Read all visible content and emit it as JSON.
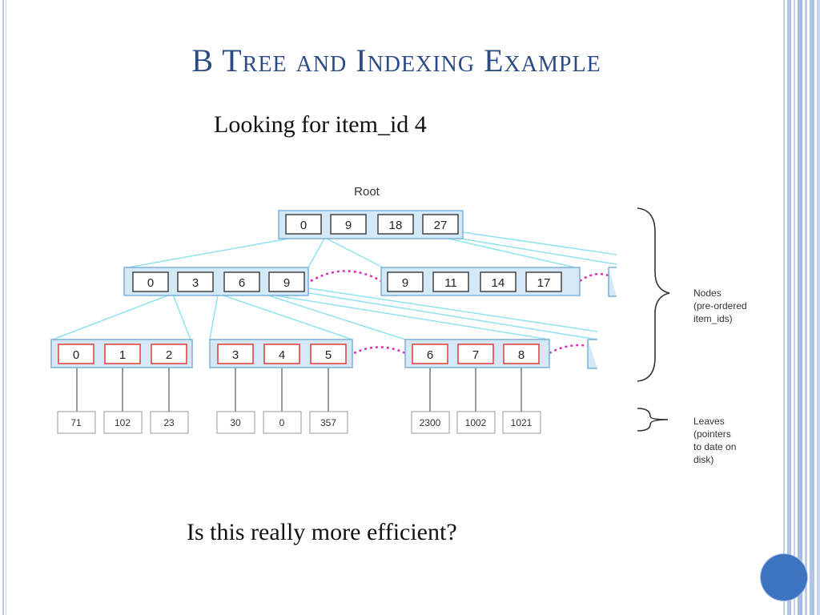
{
  "slide": {
    "title": "B Tree and Indexing Example",
    "subtitle": "Looking for item_id 4",
    "question": "Is this really more efficient?"
  },
  "diagram": {
    "root_label": "Root",
    "root": [
      "0",
      "9",
      "18",
      "27"
    ],
    "level1": [
      [
        "0",
        "3",
        "6",
        "9"
      ],
      [
        "9",
        "11",
        "14",
        "17"
      ]
    ],
    "level2": [
      [
        "0",
        "1",
        "2"
      ],
      [
        "3",
        "4",
        "5"
      ],
      [
        "6",
        "7",
        "8"
      ]
    ],
    "leaves": [
      "71",
      "102",
      "23",
      "30",
      "0",
      "357",
      "2300",
      "1002",
      "1021"
    ],
    "nodes_label": [
      "Nodes",
      "(pre-ordered",
      "item_ids)"
    ],
    "leaves_label": [
      "Leaves",
      "(pointers",
      "to date on",
      "disk)"
    ]
  },
  "colors": {
    "title": "#2b4a86",
    "node_border": "#7fb0d8",
    "node_fill": "#d5e8f6",
    "key_border_dark": "#444444",
    "key_border_red": "#e03a3a",
    "connector_cyan": "#8fe3ee",
    "dotted_link": "#d62fb8",
    "accent_circle": "#3d74c0"
  }
}
